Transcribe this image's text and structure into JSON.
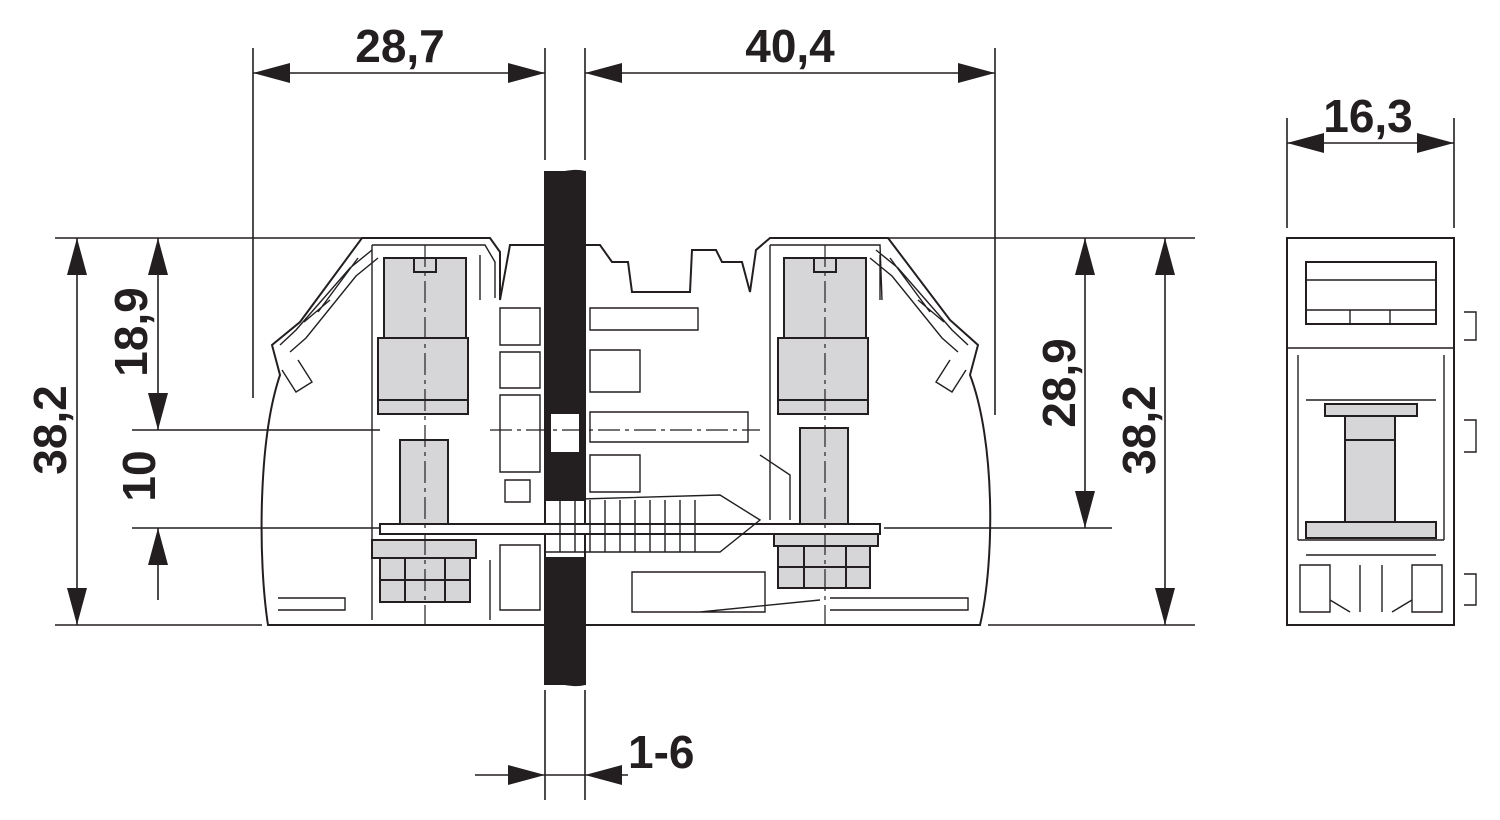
{
  "dimensions": {
    "width_left": "28,7",
    "width_right": "40,4",
    "width_side": "16,3",
    "height_total_left": "38,2",
    "height_upper": "18,9",
    "height_mid": "10",
    "height_right": "28,9",
    "height_total_right": "38,2",
    "panel_thickness": "1-6"
  },
  "colors": {
    "line": "#231f20",
    "terminal_fill": "#d6d5d7",
    "panel_fill": "#231f20",
    "background": "#ffffff"
  }
}
